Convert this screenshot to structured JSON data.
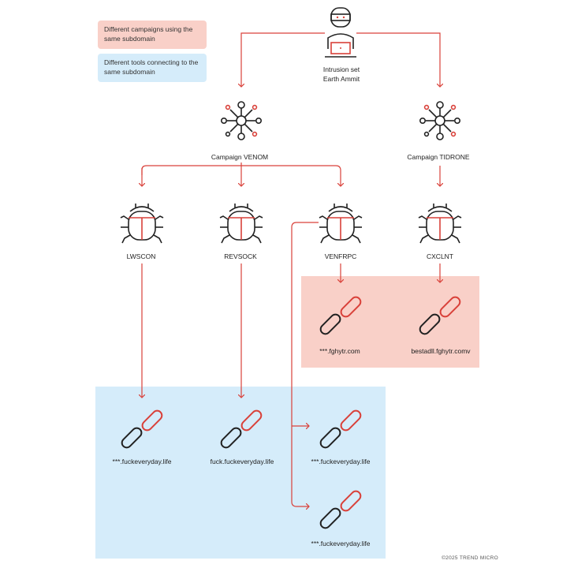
{
  "legend": {
    "campaigns_same_subdomain": "Different campaigns using the same subdomain",
    "tools_same_subdomain": "Different tools connecting to the same subdomain"
  },
  "intrusion_set": "Intrusion set\nEarth Ammit",
  "campaigns": {
    "venom": "Campaign VENOM",
    "tidrone": "Campaign TIDRONE"
  },
  "tools": {
    "lwscon": "LWSCON",
    "revsock": "REVSOCK",
    "venfrpc": "VENFRPC",
    "cxclnt": "CXCLNT"
  },
  "domains": {
    "fghytr_wild": "***.fghytr.com",
    "bestadll": "bestadll.fghytr.comv",
    "fuck_wild_1": "***.fuckeveryday.life",
    "fuck_named": "fuck.fuckeveryday.life",
    "fuck_wild_2": "***.fuckeveryday.life",
    "fuck_wild_3": "***.fuckeveryday.life"
  },
  "footer": "©2025 TREND MICRO",
  "colors": {
    "accent": "#d9413a",
    "red_zone": "#f9d0c8",
    "blue_zone": "#d5ecfa",
    "ink": "#222222"
  }
}
